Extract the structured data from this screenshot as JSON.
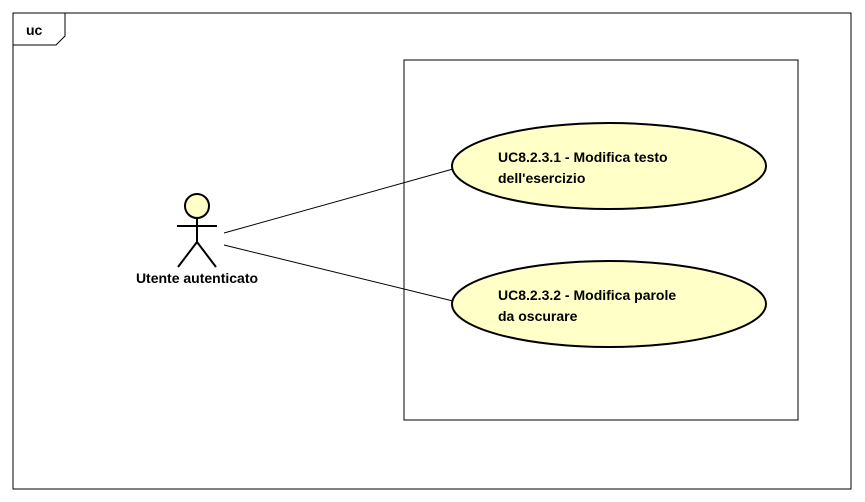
{
  "frame": {
    "label": "uc"
  },
  "actor": {
    "name": "Utente autenticato"
  },
  "use_cases": [
    {
      "line1": "UC8.2.3.1 - Modifica testo",
      "line2": "dell'esercizio"
    },
    {
      "line1": "UC8.2.3.2 - Modifica parole",
      "line2": "da oscurare"
    }
  ],
  "colors": {
    "usecase_fill": "#FFFFC8",
    "actor_fill": "#FFFFC8",
    "stroke": "#000000",
    "background": "#FFFFFF"
  }
}
